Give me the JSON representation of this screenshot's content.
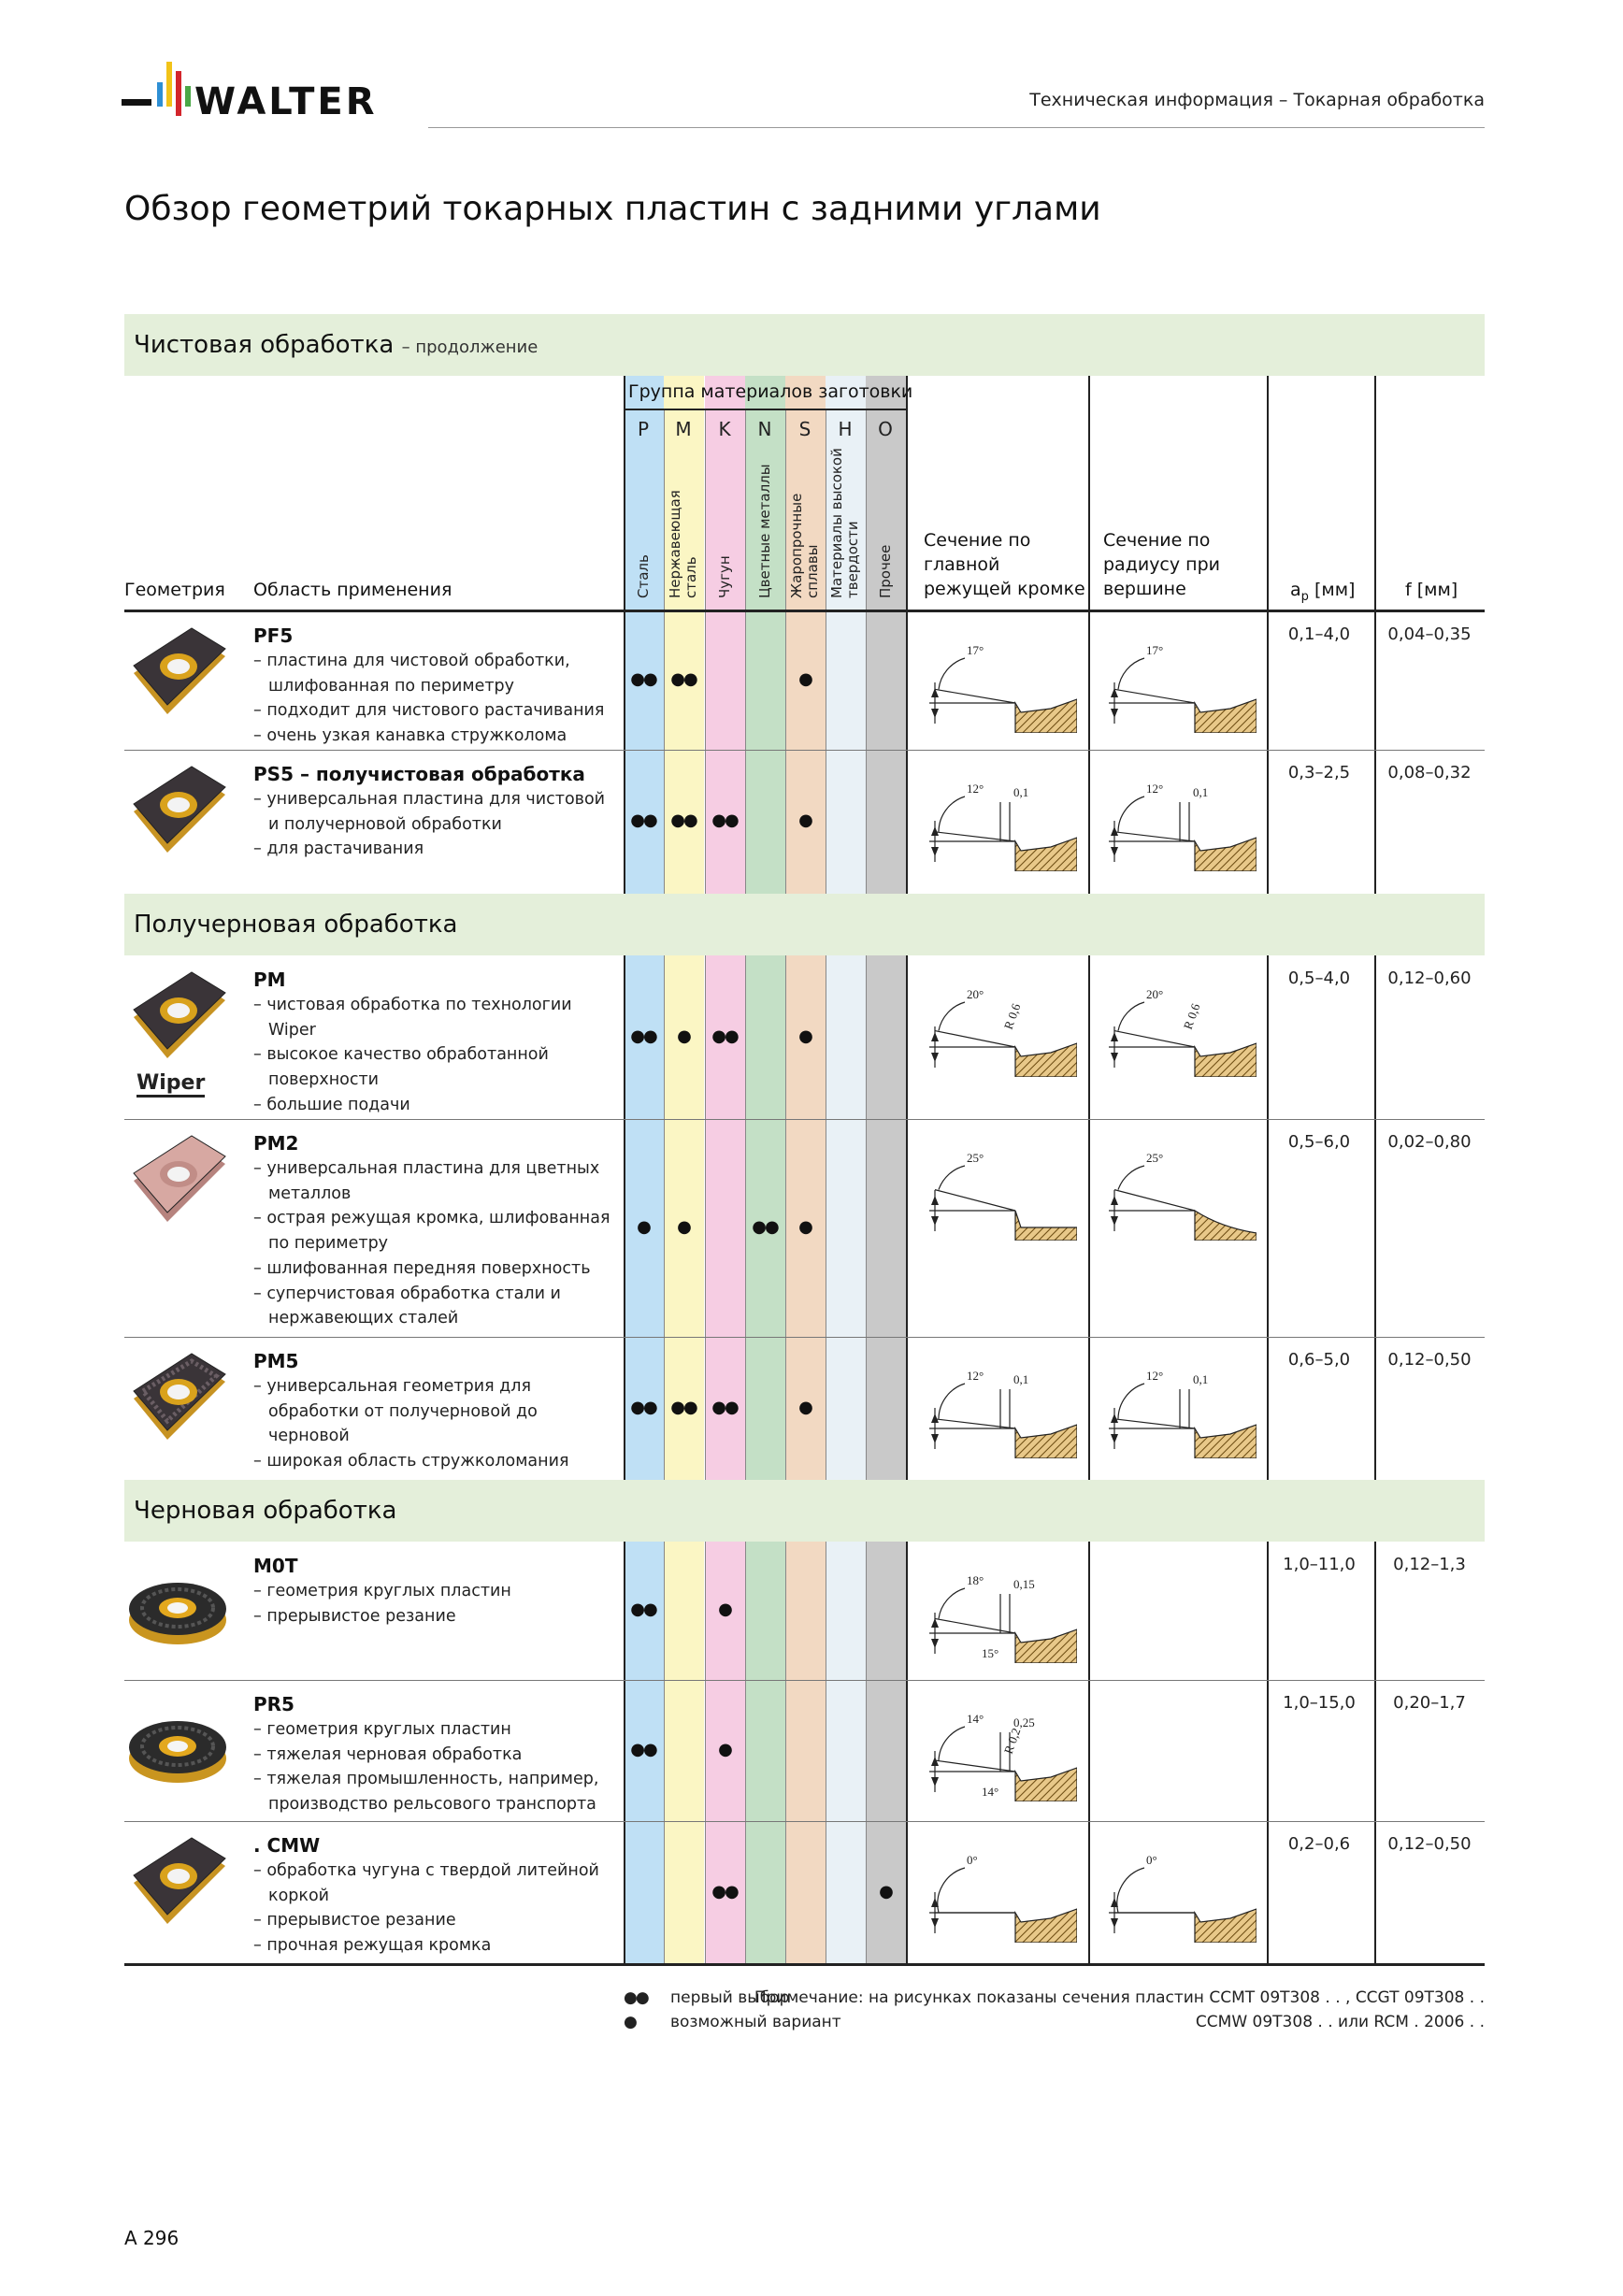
{
  "header": {
    "brand": "WALTER",
    "section": "Техническая информация – Токарная обработка",
    "title": "Обзор геометрий токарных пластин с задними углами"
  },
  "colors": {
    "section_bar": "#e4efda",
    "P": "#bfe0f5",
    "M": "#fbf6c4",
    "K": "#f6cde3",
    "N": "#c4e0c6",
    "S": "#f2d9c2",
    "H": "#e9f1f6",
    "O": "#c9c9c9"
  },
  "sections": [
    {
      "title": "Чистовая обработка",
      "subtitle": "– продолжение"
    },
    {
      "title": "Получерновая обработка"
    },
    {
      "title": "Черновая обработка"
    }
  ],
  "table_header": {
    "geometry": "Геометрия",
    "application": "Область применения",
    "material_group": "Группа материалов заготовки",
    "materials": [
      {
        "letter": "P",
        "name": "Сталь"
      },
      {
        "letter": "M",
        "name": "Нержавеющая\nсталь"
      },
      {
        "letter": "K",
        "name": "Чугун"
      },
      {
        "letter": "N",
        "name": "Цветные металлы"
      },
      {
        "letter": "S",
        "name": "Жаропрочные\nсплавы"
      },
      {
        "letter": "H",
        "name": "Материалы высокой\nтвердости"
      },
      {
        "letter": "O",
        "name": "Прочее"
      }
    ],
    "section_main": "Сечение по главной режущей кромке",
    "section_radius": "Сечение по радиусу при вершине",
    "ap": "a",
    "ap_sub": "p",
    "ap_unit": " [мм]",
    "f": "f [мм]"
  },
  "rows": [
    {
      "name": "PF5",
      "desc": [
        "– пластина для чистовой обработки, шлифованная по периметру",
        "– подходит для чистового растачивания",
        "– очень узкая канавка стружколома"
      ],
      "ap": "0,1–4,0",
      "f": "0,04–0,35",
      "dots": {
        "P": "●●",
        "M": "●●",
        "S": "●"
      },
      "angle": "17°"
    },
    {
      "name": "PS5 – получистовая обработка",
      "desc": [
        "– универсальная пластина для чистовой и получерновой обработки",
        "– для растачивания"
      ],
      "ap": "0,3–2,5",
      "f": "0,08–0,32",
      "dots": {
        "P": "●●",
        "M": "●●",
        "K": "●●",
        "S": "●"
      },
      "angle": "12°",
      "land": "0,1"
    },
    {
      "name": "PM",
      "desc": [
        "– чистовая обработка по технологии Wiper",
        "– высокое качество обработанной поверхности",
        "– большие подачи"
      ],
      "ap": "0,5–4,0",
      "f": "0,12–0,60",
      "dots": {
        "P": "●●",
        "M": "●",
        "K": "●●",
        "S": "●"
      },
      "angle": "20°",
      "radius": "R 0,6",
      "badge": "Wiper"
    },
    {
      "name": "PM2",
      "desc": [
        "– универсальная пластина для цветных металлов",
        "– острая режущая кромка, шлифованная по периметру",
        "– шлифованная передняя поверхность",
        "– суперчистовая обработка стали и нержавеющих сталей"
      ],
      "ap": "0,5–6,0",
      "f": "0,02–0,80",
      "dots": {
        "P": "●",
        "M": "●",
        "N": "●●",
        "S": "●"
      },
      "angle": "25°"
    },
    {
      "name": "PM5",
      "desc": [
        "– универсальная геометрия для обработки от получерновой до черновой",
        "– широкая область стружколомания"
      ],
      "ap": "0,6–5,0",
      "f": "0,12–0,50",
      "dots": {
        "P": "●●",
        "M": "●●",
        "K": "●●",
        "S": "●"
      },
      "angle": "12°",
      "land": "0,1"
    },
    {
      "name": "M0T",
      "desc": [
        "– геометрия круглых пластин",
        "– прерывистое резание"
      ],
      "ap": "1,0–11,0",
      "f": "0,12–1,3",
      "dots": {
        "P": "●●",
        "K": "●"
      },
      "angle": "18°",
      "angle2": "15°",
      "land": "0,15"
    },
    {
      "name": "PR5",
      "desc": [
        "– геометрия круглых пластин",
        "– тяжелая черновая обработка",
        "– тяжелая промышленность, например, производство рельсового транспорта"
      ],
      "ap": "1,0–15,0",
      "f": "0,20–1,7",
      "dots": {
        "P": "●●",
        "K": "●"
      },
      "angle": "14°",
      "angle2": "14°",
      "radius": "R 0,2",
      "land": "0,25"
    },
    {
      "name": ". CMW",
      "desc": [
        "– обработка чугуна с твердой литейной коркой",
        "– прерывистое резание",
        "– прочная режущая кромка"
      ],
      "ap": "0,2–0,6",
      "f": "0,12–0,50",
      "dots": {
        "K": "●●",
        "O": "●"
      },
      "angle": "0°"
    }
  ],
  "legend": {
    "first": "первый выбор",
    "possible": "возможный вариант",
    "first_sym": "●●",
    "possible_sym": "●"
  },
  "note": {
    "line1": "Примечание: на рисунках показаны сечения пластин CCMT 09T308 . . , CCGT 09T308 . .",
    "line2": "CCMW 09T308 . . или RCM . 2006 . ."
  },
  "page": "A 296"
}
